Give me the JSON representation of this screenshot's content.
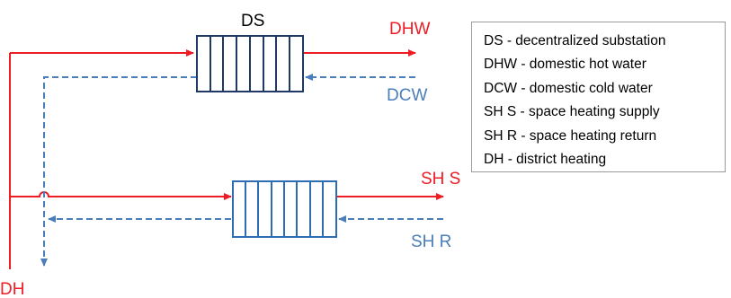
{
  "labels": {
    "ds": "DS",
    "dhw": "DHW",
    "dcw": "DCW",
    "sh_s": "SH S",
    "sh_r": "SH R",
    "dh": "DH"
  },
  "legend": [
    "DS - decentralized substation",
    "DHW - domestic hot water",
    "DCW - domestic cold water",
    "SH S - space heating supply",
    "SH R - space heating return",
    "DH - district heating"
  ],
  "colors": {
    "supply": "#ee1c25",
    "return": "#4a7ebb",
    "exchanger_top": "#1f3864",
    "exchanger_bottom": "#2e6db4",
    "return_label": "#4a7ebb",
    "supply_label": "#ee1c25"
  }
}
